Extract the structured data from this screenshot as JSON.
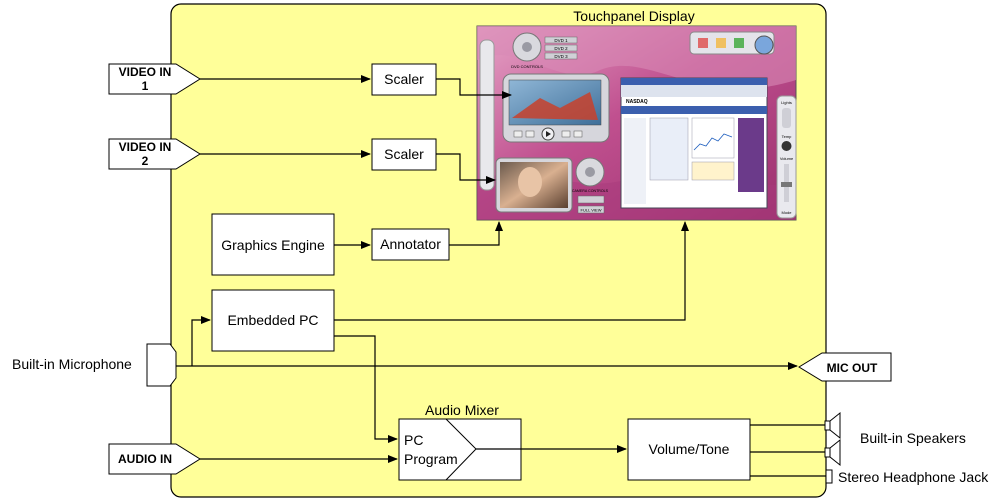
{
  "diagram": {
    "title": "Touchpanel Display",
    "blocks": {
      "scaler1": "Scaler",
      "scaler2": "Scaler",
      "graphics_engine": "Graphics Engine",
      "annotator": "Annotator",
      "embedded_pc": "Embedded PC",
      "audio_mixer_title": "Audio Mixer",
      "pc_label": "PC",
      "program_label": "Program",
      "volume_tone": "Volume/Tone"
    },
    "inputs": {
      "video_in_1_line1": "VIDEO IN",
      "video_in_1_line2": "1",
      "video_in_2_line1": "VIDEO IN",
      "video_in_2_line2": "2",
      "audio_in": "AUDIO IN"
    },
    "outputs": {
      "mic_out": "MIC OUT"
    },
    "external": {
      "builtin_microphone": "Built-in Microphone",
      "builtin_speakers": "Built-in Speakers",
      "headphone_jack": "Stereo Headphone Jack"
    },
    "touchpanel_screen": {
      "dvd_buttons": [
        "DVD 1",
        "DVD 2",
        "DVD 3"
      ],
      "dvd_controls_label": "DVD CONTROLS",
      "camera_controls_label": "CAMERA CONTROLS",
      "side_labels": [
        "Lights",
        "Temp",
        "Volume",
        "Mode"
      ],
      "full_view_label": "FULL VIEW",
      "browser_brand": "NASDAQ"
    },
    "colors": {
      "enclosure_fill": "#ffff99",
      "screen_pink": "#c45a9a",
      "block_fill": "#ffffff"
    }
  }
}
